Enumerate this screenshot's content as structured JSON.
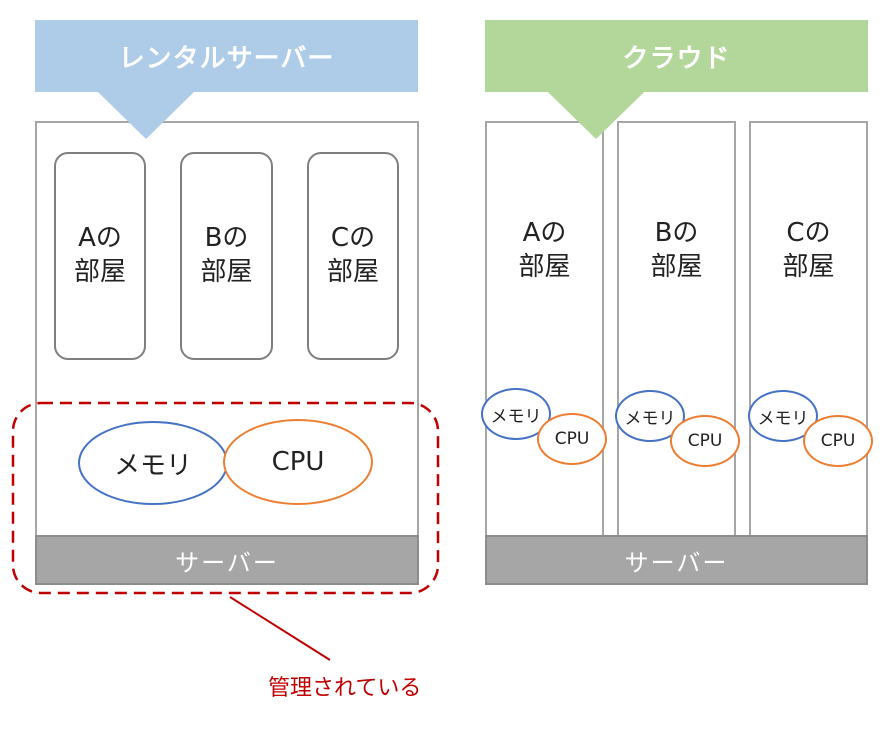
{
  "left": {
    "title": "レンタルサーバー",
    "rooms": [
      {
        "line1": "Aの",
        "line2": "部屋"
      },
      {
        "line1": "Bの",
        "line2": "部屋"
      },
      {
        "line1": "Cの",
        "line2": "部屋"
      }
    ],
    "memory_label": "メモリ",
    "cpu_label": "CPU",
    "server_label": "サーバー",
    "managed_note": "管理されている"
  },
  "right": {
    "title": "クラウド",
    "rooms": [
      {
        "line1": "Aの",
        "line2": "部屋"
      },
      {
        "line1": "Bの",
        "line2": "部屋"
      },
      {
        "line1": "Cの",
        "line2": "部屋"
      }
    ],
    "memory_label": "メモリ",
    "cpu_label": "CPU",
    "server_label": "サーバー"
  },
  "colors": {
    "left_banner": "#aecbe8",
    "right_banner": "#b3d79a",
    "memory_border": "#4472c4",
    "cpu_border": "#ed7d31",
    "managed_highlight": "#c00000",
    "server_bar": "#a6a6a6"
  }
}
